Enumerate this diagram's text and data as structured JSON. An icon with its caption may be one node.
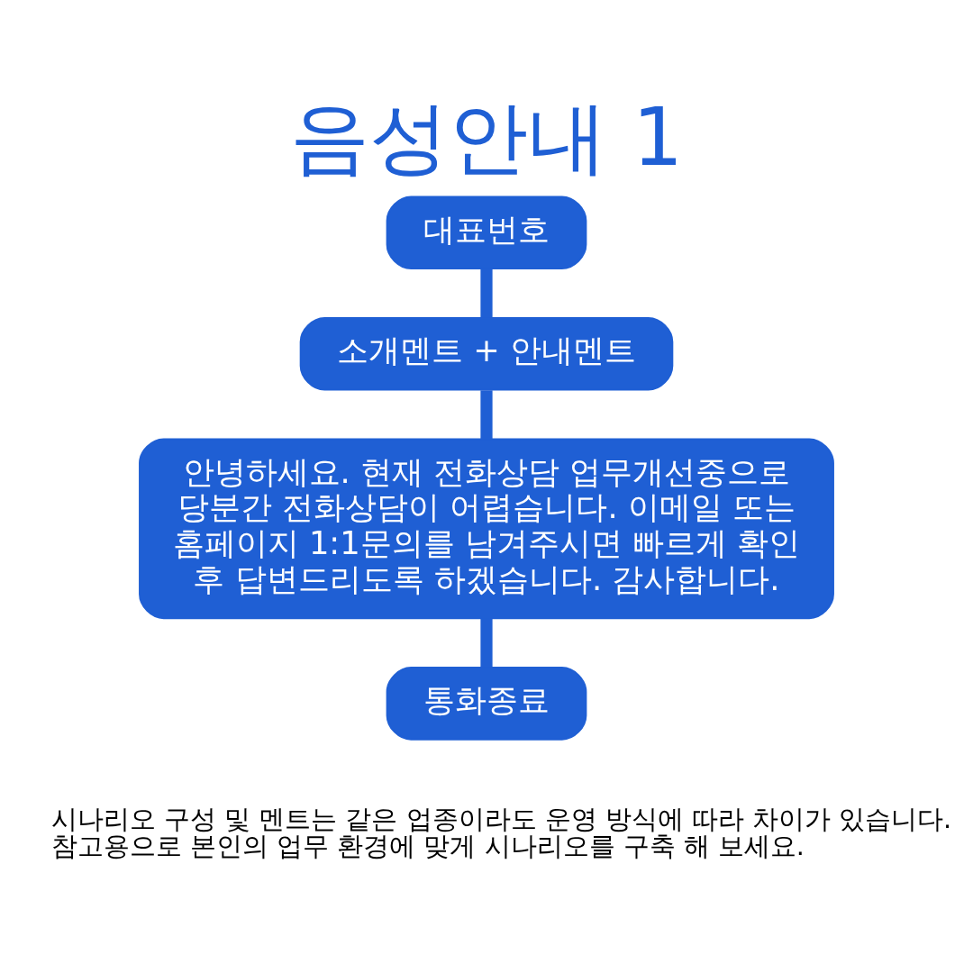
{
  "diagram": {
    "title": "음성안내 1",
    "nodes": [
      {
        "text": [
          "대표번호"
        ]
      },
      {
        "text": [
          "소개멘트 + 안내멘트"
        ]
      },
      {
        "text": [
          "안녕하세요. 현재 전화상담 업무개선중으로 당분간 전화상담이 어렵습니다. 이메일 또는 홈페이지 1:1문의를 남겨주시면 빠르게 확인 후 답변드리도록 하겠습니다. 감사합니다."
        ]
      },
      {
        "text": [
          "통화종료"
        ]
      }
    ],
    "edges": [
      {
        "from": 0,
        "to": 1,
        "arrow": "none"
      },
      {
        "from": 1,
        "to": 2,
        "arrow": "none"
      },
      {
        "from": 2,
        "to": 3,
        "arrow": "none"
      }
    ],
    "labels": [
      "시나리오 구성 및 멘트는 같은 업종이라도 운영 방식에 따라 차이가 있습니다.",
      "참고용으로 본인의 업무 환경에 맞게 시나리오를 구축 해 보세요."
    ]
  }
}
